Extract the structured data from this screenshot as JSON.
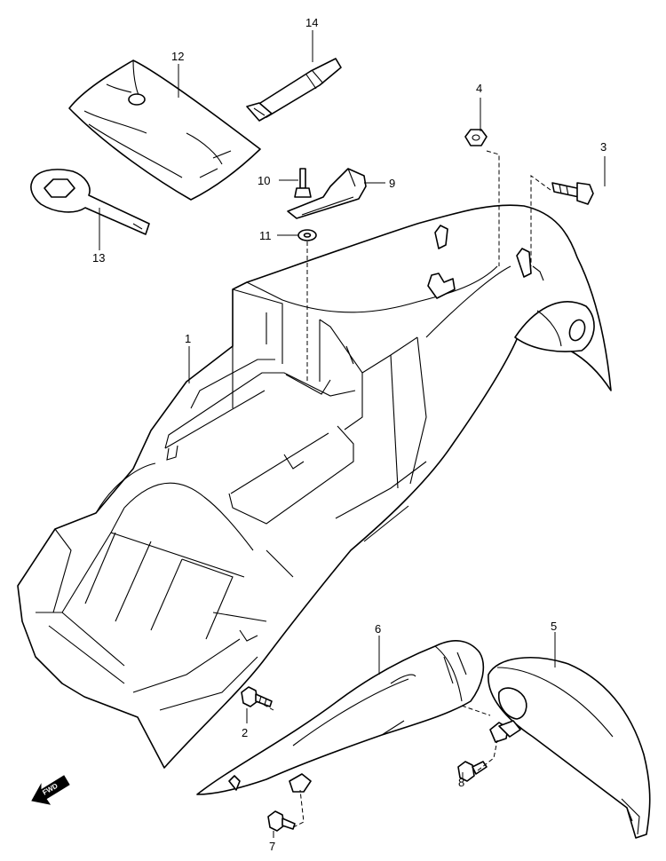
{
  "callouts": [
    {
      "id": "c1",
      "text": "1"
    },
    {
      "id": "c2",
      "text": "2"
    },
    {
      "id": "c3",
      "text": "3"
    },
    {
      "id": "c4",
      "text": "4"
    },
    {
      "id": "c5",
      "text": "5"
    },
    {
      "id": "c6",
      "text": "6"
    },
    {
      "id": "c7",
      "text": "7"
    },
    {
      "id": "c8",
      "text": "8"
    },
    {
      "id": "c9",
      "text": "9"
    },
    {
      "id": "c10",
      "text": "10"
    },
    {
      "id": "c11",
      "text": "11"
    },
    {
      "id": "c12",
      "text": "12"
    },
    {
      "id": "c13",
      "text": "13"
    },
    {
      "id": "c14",
      "text": "14"
    }
  ],
  "fwd_label": "FWD"
}
